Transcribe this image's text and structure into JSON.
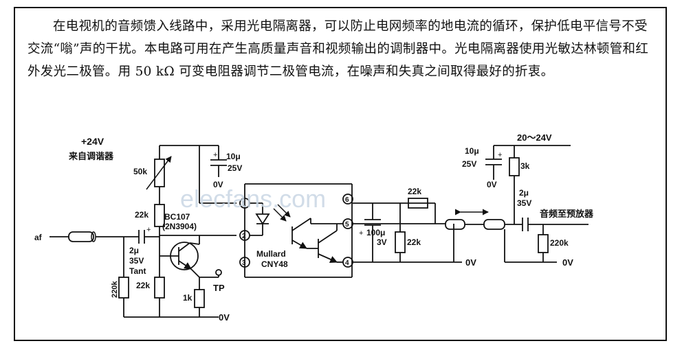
{
  "description": "在电视机的音频馈入线路中，采用光电隔离器，可以防止电网频率的地电流的循环，保护低电平信号不受交流“嗡”声的干扰。本电路可用在产生高质量声音和视频输出的调制器中。光电隔离器使用光敏达林顿管和红外发光二极管。用 50 kΩ 可变电阻器调节二极管电流，在噪声和失真之间取得最好的折衷。",
  "circuit": {
    "supply_left": "+24V",
    "from_tuner": "来自调谐器",
    "pot": "50k",
    "c1_value": "10μ",
    "c1_voltage": "25V",
    "c1_ground": "0V",
    "r_collector": "22k",
    "transistor": "BC107",
    "transistor_alt": "(2N3904)",
    "input": "af",
    "c_in_value": "2μ",
    "c_in_voltage": "35V",
    "c_in_type": "Tant",
    "r_input": "220k",
    "r_base": "22k",
    "r_emitter": "1k",
    "test_point": "TP",
    "ground_left": "0V",
    "pin1": "1",
    "pin2": "2",
    "pin3": "3",
    "pin4": "4",
    "pin5": "5",
    "pin6": "6",
    "isolator_maker": "Mullard",
    "isolator_part": "CNY48",
    "c_out_value": "100μ",
    "c_out_voltage": "3V",
    "r_load": "22k",
    "r_series": "22k",
    "ground_mid": "0V",
    "supply_right": "20～24V",
    "c2_value": "10μ",
    "c2_voltage": "25V",
    "c2_ground": "0V",
    "r_bias": "3k",
    "c_o_value": "2μ",
    "c_o_voltage": "35V",
    "to_preamp": "音频至预放器",
    "r_out": "220k",
    "ground_right": "0V",
    "watermark": "elecfans.com"
  }
}
